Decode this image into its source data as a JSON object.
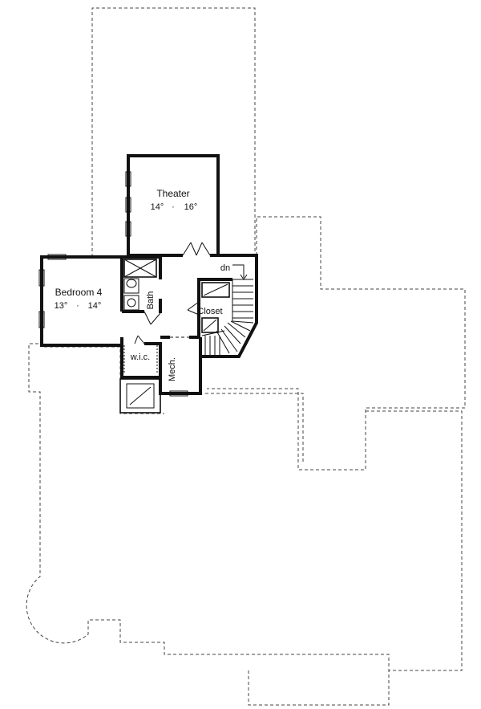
{
  "rooms": {
    "theater": {
      "name": "Theater",
      "dim_w": "14°",
      "dim_sep": "·",
      "dim_l": "16°"
    },
    "bedroom4": {
      "name": "Bedroom 4",
      "dim_w": "13°",
      "dim_sep": "·",
      "dim_l": "14°"
    },
    "bath": {
      "name": "Bath"
    },
    "closet": {
      "name": "Closet"
    },
    "wic": {
      "name": "w.i.c."
    },
    "mech": {
      "name": "Mech."
    }
  },
  "stairs": {
    "down_label": "dn"
  }
}
